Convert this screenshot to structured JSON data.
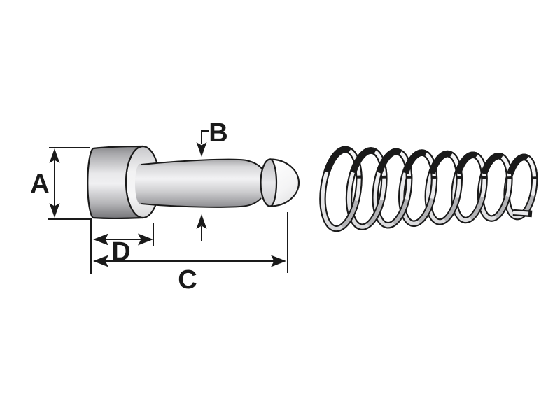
{
  "canvas": {
    "background": "#ffffff"
  },
  "labels": {
    "a": "A",
    "b": "B",
    "c": "C",
    "d": "D"
  },
  "spring": {
    "coils": 8
  },
  "colors": {
    "line": "#1a1a1a",
    "metal_light": "#f3f3f4",
    "metal_mid": "#cfcfd1",
    "metal_dark": "#737377"
  }
}
